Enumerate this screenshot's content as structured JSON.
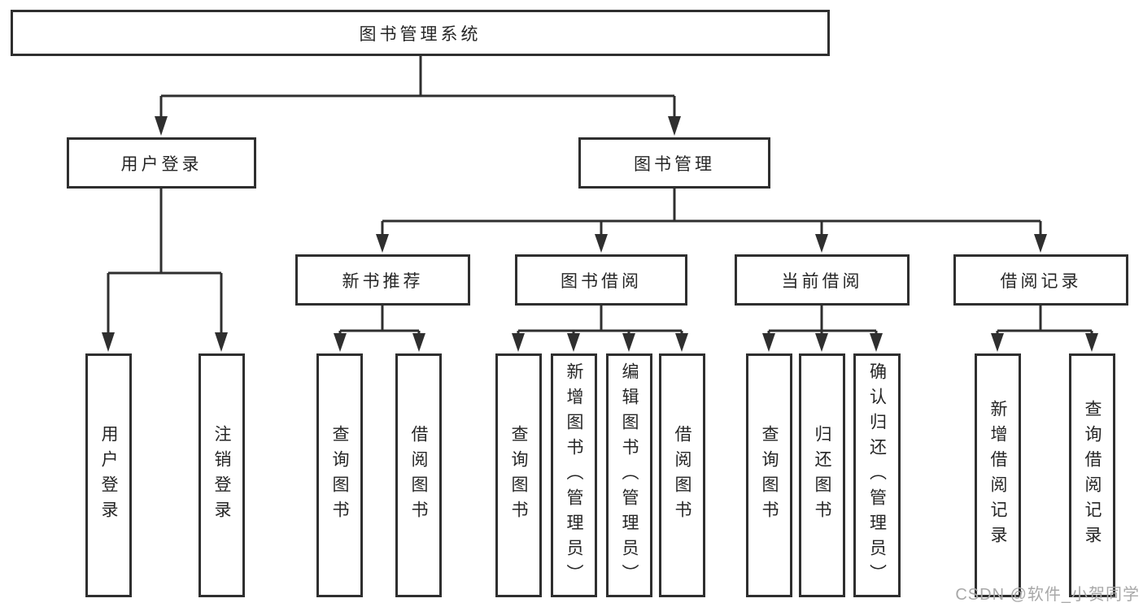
{
  "diagram": {
    "root_label": "图书管理系统",
    "user_login": {
      "label": "用户登录",
      "children": [
        {
          "label": "用户登录"
        },
        {
          "label": "注销登录"
        }
      ]
    },
    "book_mgmt": {
      "label": "图书管理"
    },
    "new_book": {
      "label": "新书推荐",
      "children": [
        {
          "label": "查询图书"
        },
        {
          "label": "借阅图书"
        }
      ]
    },
    "book_borrow": {
      "label": "图书借阅",
      "children": [
        {
          "label": "查询图书"
        },
        {
          "label": "新增图书（管理员）"
        },
        {
          "label": "编辑图书（管理员）"
        },
        {
          "label": "借阅图书"
        }
      ]
    },
    "current_borrow": {
      "label": "当前借阅",
      "children": [
        {
          "label": "查询图书"
        },
        {
          "label": "归还图书"
        },
        {
          "label": "确认归还（管理员）"
        }
      ]
    },
    "borrow_record": {
      "label": "借阅记录",
      "children": [
        {
          "label": "新增借阅记录"
        },
        {
          "label": "查询借阅记录"
        }
      ]
    }
  },
  "watermark": "CSDN @软件_小贺同学",
  "colors": {
    "line": "#2f2f2f",
    "box_border": "#2f2f2f",
    "text": "#262626",
    "background": "#ffffff",
    "watermark": "#a8a8a8"
  }
}
